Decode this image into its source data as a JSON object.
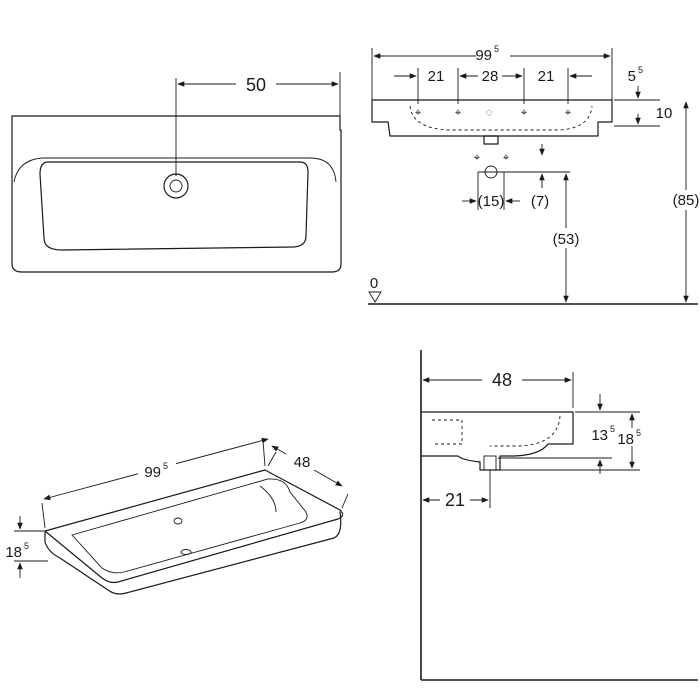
{
  "top_view": {
    "dim_width": "50"
  },
  "front_view": {
    "dim_total_main": "99",
    "dim_total_sup": "5",
    "dim_left": "21",
    "dim_mid": "28",
    "dim_right": "21",
    "dim_rim_main": "5",
    "dim_rim_sup": "5",
    "dim_thickness": "10",
    "dim_waste_spacing": "(15)",
    "dim_waste_offset": "(7)",
    "dim_waste_height": "(53)",
    "dim_total_height": "(85)",
    "floor_level": "0"
  },
  "iso_view": {
    "dim_length_main": "99",
    "dim_length_sup": "5",
    "dim_depth": "48",
    "dim_height_main": "18",
    "dim_height_sup": "5"
  },
  "side_view": {
    "dim_depth": "48",
    "dim_inner_main": "13",
    "dim_inner_sup": "5",
    "dim_outer_main": "18",
    "dim_outer_sup": "5",
    "dim_waste_from_wall": "21"
  }
}
